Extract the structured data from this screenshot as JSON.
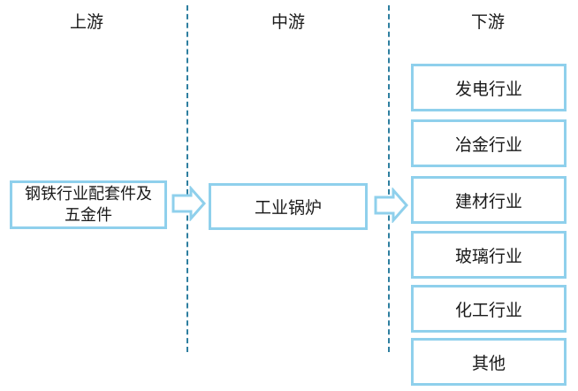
{
  "headers": {
    "upstream": "上游",
    "midstream": "中游",
    "downstream": "下游"
  },
  "upstream": {
    "label": "钢铁行业配套件及五金件"
  },
  "midstream": {
    "label": "工业锅炉"
  },
  "downstream": {
    "items": [
      "发电行业",
      "冶金行业",
      "建材行业",
      "玻璃行业",
      "化工行业",
      "其他"
    ]
  },
  "colors": {
    "box_border": "#8fd0ec",
    "divider": "#2e7fa0",
    "arrow_fill": "#ffffff",
    "arrow_stroke": "#8fd0ec"
  }
}
